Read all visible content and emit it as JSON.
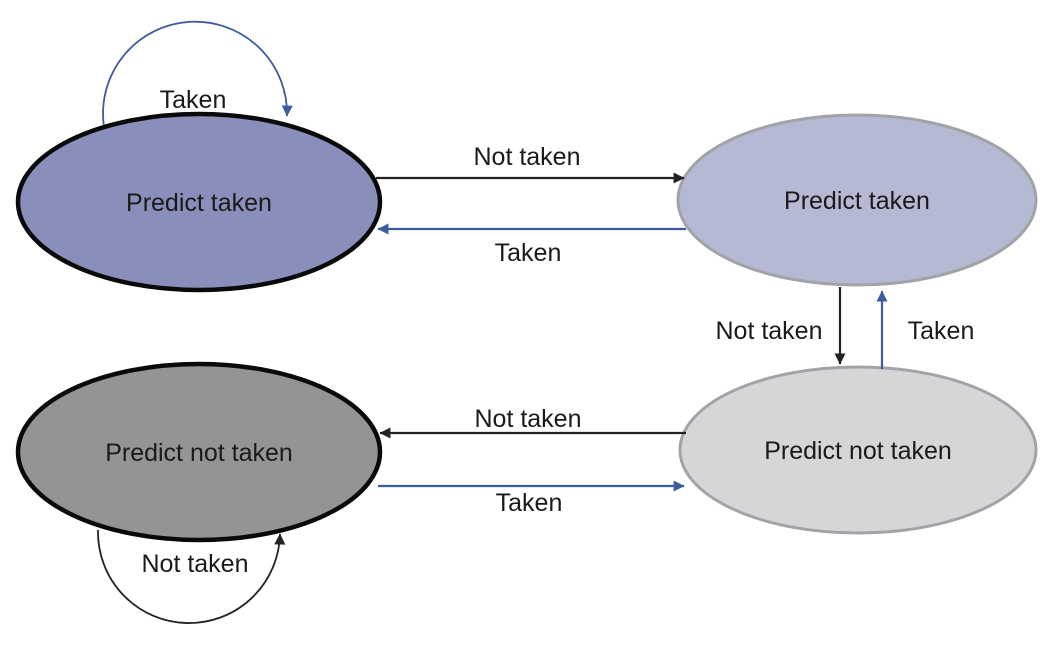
{
  "diagram": {
    "type": "state-machine",
    "description": "Four-state branch prediction finite state machine"
  },
  "colors": {
    "background": "#ffffff",
    "strong_taken_fill": "#8a8eba",
    "weak_taken_fill": "#b6b9d4",
    "strong_not_taken_fill": "#949497",
    "weak_not_taken_fill": "#d6d6d8",
    "strong_node_stroke": "#0a0a0a",
    "weak_node_stroke": "#a3a3a7",
    "taken_edge": "#3c5c9e",
    "not_taken_edge": "#222222",
    "text": "#1a1a1a"
  },
  "nodes": [
    {
      "id": "predict-taken-strong",
      "label": "Predict taken",
      "fill": "#8a8eba",
      "stroke": "#0a0a0a"
    },
    {
      "id": "predict-taken-weak",
      "label": "Predict taken",
      "fill": "#b6b9d4",
      "stroke": "#a3a3a7"
    },
    {
      "id": "predict-not-taken-strong",
      "label": "Predict not taken",
      "fill": "#949497",
      "stroke": "#0a0a0a"
    },
    {
      "id": "predict-not-taken-weak",
      "label": "Predict not taken",
      "fill": "#d6d6d8",
      "stroke": "#a3a3a7"
    }
  ],
  "edges": [
    {
      "from": "predict-taken-strong",
      "to": "predict-taken-strong",
      "label": "Taken",
      "color": "#3c5c9e"
    },
    {
      "from": "predict-taken-strong",
      "to": "predict-taken-weak",
      "label": "Not taken",
      "color": "#222222"
    },
    {
      "from": "predict-taken-weak",
      "to": "predict-taken-strong",
      "label": "Taken",
      "color": "#3c5c9e"
    },
    {
      "from": "predict-taken-weak",
      "to": "predict-not-taken-weak",
      "label": "Not taken",
      "color": "#222222"
    },
    {
      "from": "predict-not-taken-weak",
      "to": "predict-taken-weak",
      "label": "Taken",
      "color": "#3c5c9e"
    },
    {
      "from": "predict-not-taken-weak",
      "to": "predict-not-taken-strong",
      "label": "Not taken",
      "color": "#222222"
    },
    {
      "from": "predict-not-taken-strong",
      "to": "predict-not-taken-weak",
      "label": "Taken",
      "color": "#3c5c9e"
    },
    {
      "from": "predict-not-taken-strong",
      "to": "predict-not-taken-strong",
      "label": "Not taken",
      "color": "#222222"
    }
  ]
}
